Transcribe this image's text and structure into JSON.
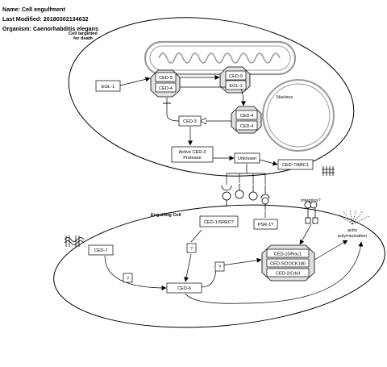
{
  "header": {
    "name": "Name: Cell engulfment",
    "last_modified": "Last Modified: 20180302134632",
    "organism": "Organism: Caenorhabditis elegans"
  },
  "labels": {
    "cell_targeted_line1": "Cell targetted",
    "cell_targeted_line2": "for death",
    "nucleus": "Nucleus",
    "engulfing_cell": "Engulfing Cell",
    "integrins": "Integrins?",
    "actin_line1": "actin",
    "actin_line2": "polymerization"
  },
  "nodes": {
    "egl1_a": "EGL-1",
    "ced9_a": "CED-9",
    "ced4_a": "CED-4",
    "ced9_b": "CED-9",
    "egl1_b": "EGL-1",
    "ced4_b1": "CED-4",
    "ced4_b2": "CED-4",
    "ced3": "CED-3",
    "active_ced3_line1": "Active CED-3",
    "active_ced3_line2": "Protease",
    "unknown": "Unknown",
    "ced7_abc1": "CED-7/ABC1",
    "ced1_srec": "CED-1/SREC?",
    "psr1": "PSR-1?",
    "q1": "?",
    "ced7": "CED-7",
    "q2": "?",
    "q3": "?",
    "ced6": "CED-6",
    "ced10_rac1": "CED-10/Rac1",
    "ced5_dock180": "CED-5/DOCK180",
    "ced2_crkii": "CED-2/CrkII"
  }
}
